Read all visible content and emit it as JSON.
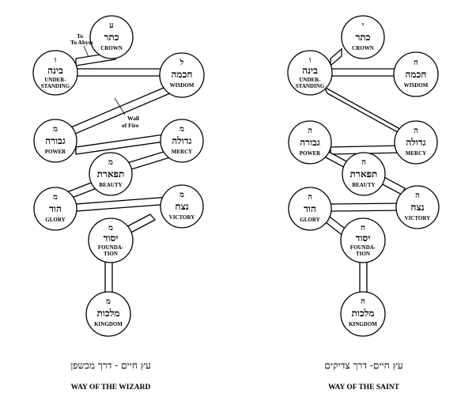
{
  "diagrams": [
    {
      "caption_hebrew": "עץ חיים - דרך מכשפן",
      "caption_english": "WAY OF THE WIZARD",
      "annotations": {
        "abyss": "To Abyss",
        "wall_line1": "Wall",
        "wall_line2": "of Fire"
      },
      "nodes": [
        {
          "letter": "ע",
          "hebrew": "כתר",
          "english": [
            "CROWN"
          ]
        },
        {
          "letter": "ו",
          "hebrew": "בינה",
          "english": [
            "UNDER-",
            "STANDING"
          ]
        },
        {
          "letter": "ל",
          "hebrew": "חכמה",
          "english": [
            "WISDOM"
          ]
        },
        {
          "letter": "מ",
          "hebrew": "גבורה",
          "english": [
            "POWER"
          ]
        },
        {
          "letter": "מ",
          "hebrew": "גדולה",
          "english": [
            "MERCY"
          ]
        },
        {
          "letter": "מ",
          "hebrew": "תפארת",
          "english": [
            "BEAUTY"
          ]
        },
        {
          "letter": "מ",
          "hebrew": "הוד",
          "english": [
            "GLORY"
          ]
        },
        {
          "letter": "מ",
          "hebrew": "נצח",
          "english": [
            "VICTORY"
          ]
        },
        {
          "letter": "מ",
          "hebrew": "יסוד",
          "english": [
            "FOUNDA-",
            "TION"
          ]
        },
        {
          "letter": "מ",
          "hebrew": "מלכות",
          "english": [
            "KINGDOM"
          ]
        }
      ]
    },
    {
      "caption_hebrew": "עץ חיים- דרך צדיקים",
      "caption_english": "WAY OF THE SAINT",
      "nodes": [
        {
          "letter": "י",
          "hebrew": "כתר",
          "english": [
            "CROWN"
          ]
        },
        {
          "letter": "ו",
          "hebrew": "בינה",
          "english": [
            "UNDER-",
            "STANDING"
          ]
        },
        {
          "letter": "ה",
          "hebrew": "חכמה",
          "english": [
            "WISDOM"
          ]
        },
        {
          "letter": "ה",
          "hebrew": "גבורה",
          "english": [
            "POWER"
          ]
        },
        {
          "letter": "ה",
          "hebrew": "גדולה",
          "english": [
            "MERCY"
          ]
        },
        {
          "letter": "ה",
          "hebrew": "תפארת",
          "english": [
            "BEAUTY"
          ]
        },
        {
          "letter": "ה",
          "hebrew": "הוד",
          "english": [
            "GLORY"
          ]
        },
        {
          "letter": "ה",
          "hebrew": "נצח",
          "english": [
            "VICTORY"
          ]
        },
        {
          "letter": "ה",
          "hebrew": "יסוד",
          "english": [
            "FOUNDA-",
            "TION"
          ]
        },
        {
          "letter": "ה",
          "hebrew": "מלכות",
          "english": [
            "KINGDOM"
          ]
        }
      ]
    }
  ]
}
